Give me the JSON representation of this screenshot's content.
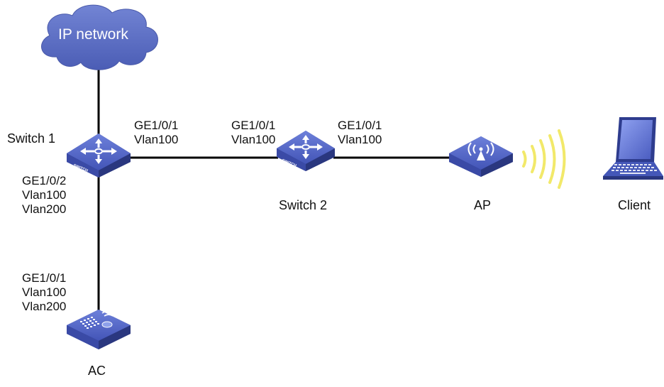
{
  "cloud": {
    "label": "IP network"
  },
  "devices": {
    "switch1": {
      "name": "Switch 1",
      "badge": "SWITCH"
    },
    "switch2": {
      "name": "Switch 2",
      "badge": "SWITCH"
    },
    "ap": {
      "name": "AP"
    },
    "ac": {
      "name": "AC"
    },
    "client": {
      "name": "Client"
    }
  },
  "ports": {
    "sw1_ge101": {
      "port": "GE1/0/1",
      "vlan": "Vlan100"
    },
    "sw1_ge102": {
      "port": "GE1/0/2",
      "vlan1": "Vlan100",
      "vlan2": "Vlan200"
    },
    "sw2_left": {
      "port": "GE1/0/1",
      "vlan": "Vlan100"
    },
    "ap_port": {
      "port": "GE1/0/1",
      "vlan": "Vlan100"
    },
    "ac_port": {
      "port": "GE1/0/1",
      "vlan1": "Vlan100",
      "vlan2": "Vlan200"
    }
  },
  "colors": {
    "device_blue": "#3d4fb0",
    "device_top": "#5a6fd0",
    "cloud": "#5d6fc4",
    "signal": "#f2e96a",
    "link": "#000000"
  }
}
